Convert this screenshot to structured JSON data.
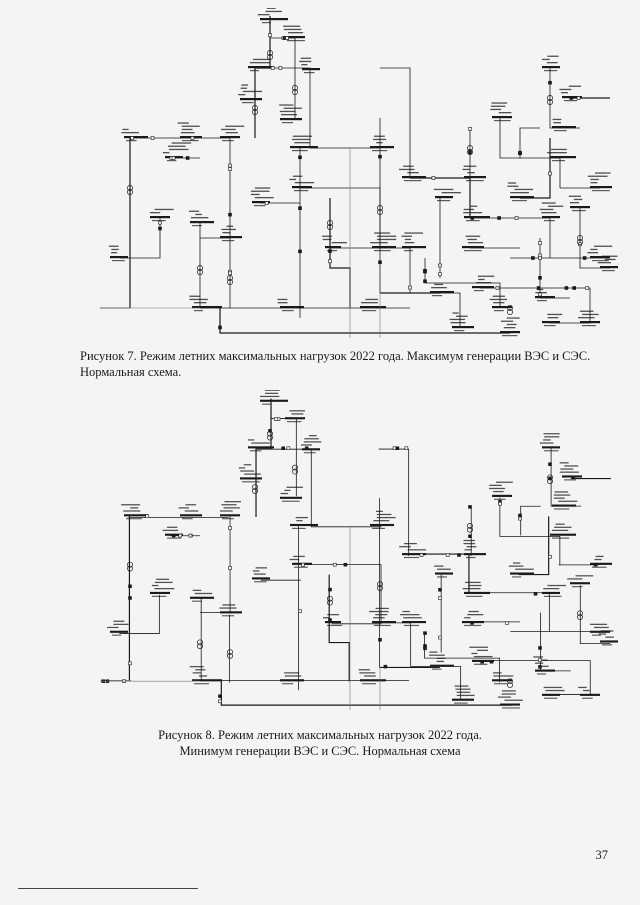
{
  "figures": [
    {
      "caption_line1": "Рисунок 7. Режим летних максимальных нагрузок 2022 года. Максимум генерации ВЭС и СЭС.",
      "caption_line2": "Нормальная схема."
    },
    {
      "caption_line1": "Рисунок 8. Режим летних максимальных нагрузок 2022 года.",
      "caption_line2": "Минимум генерации ВЭС и СЭС. Нормальная схема"
    }
  ],
  "page_number": "37",
  "colors": {
    "ink": "#1a1a1a",
    "paper": "#f4f4f2"
  }
}
